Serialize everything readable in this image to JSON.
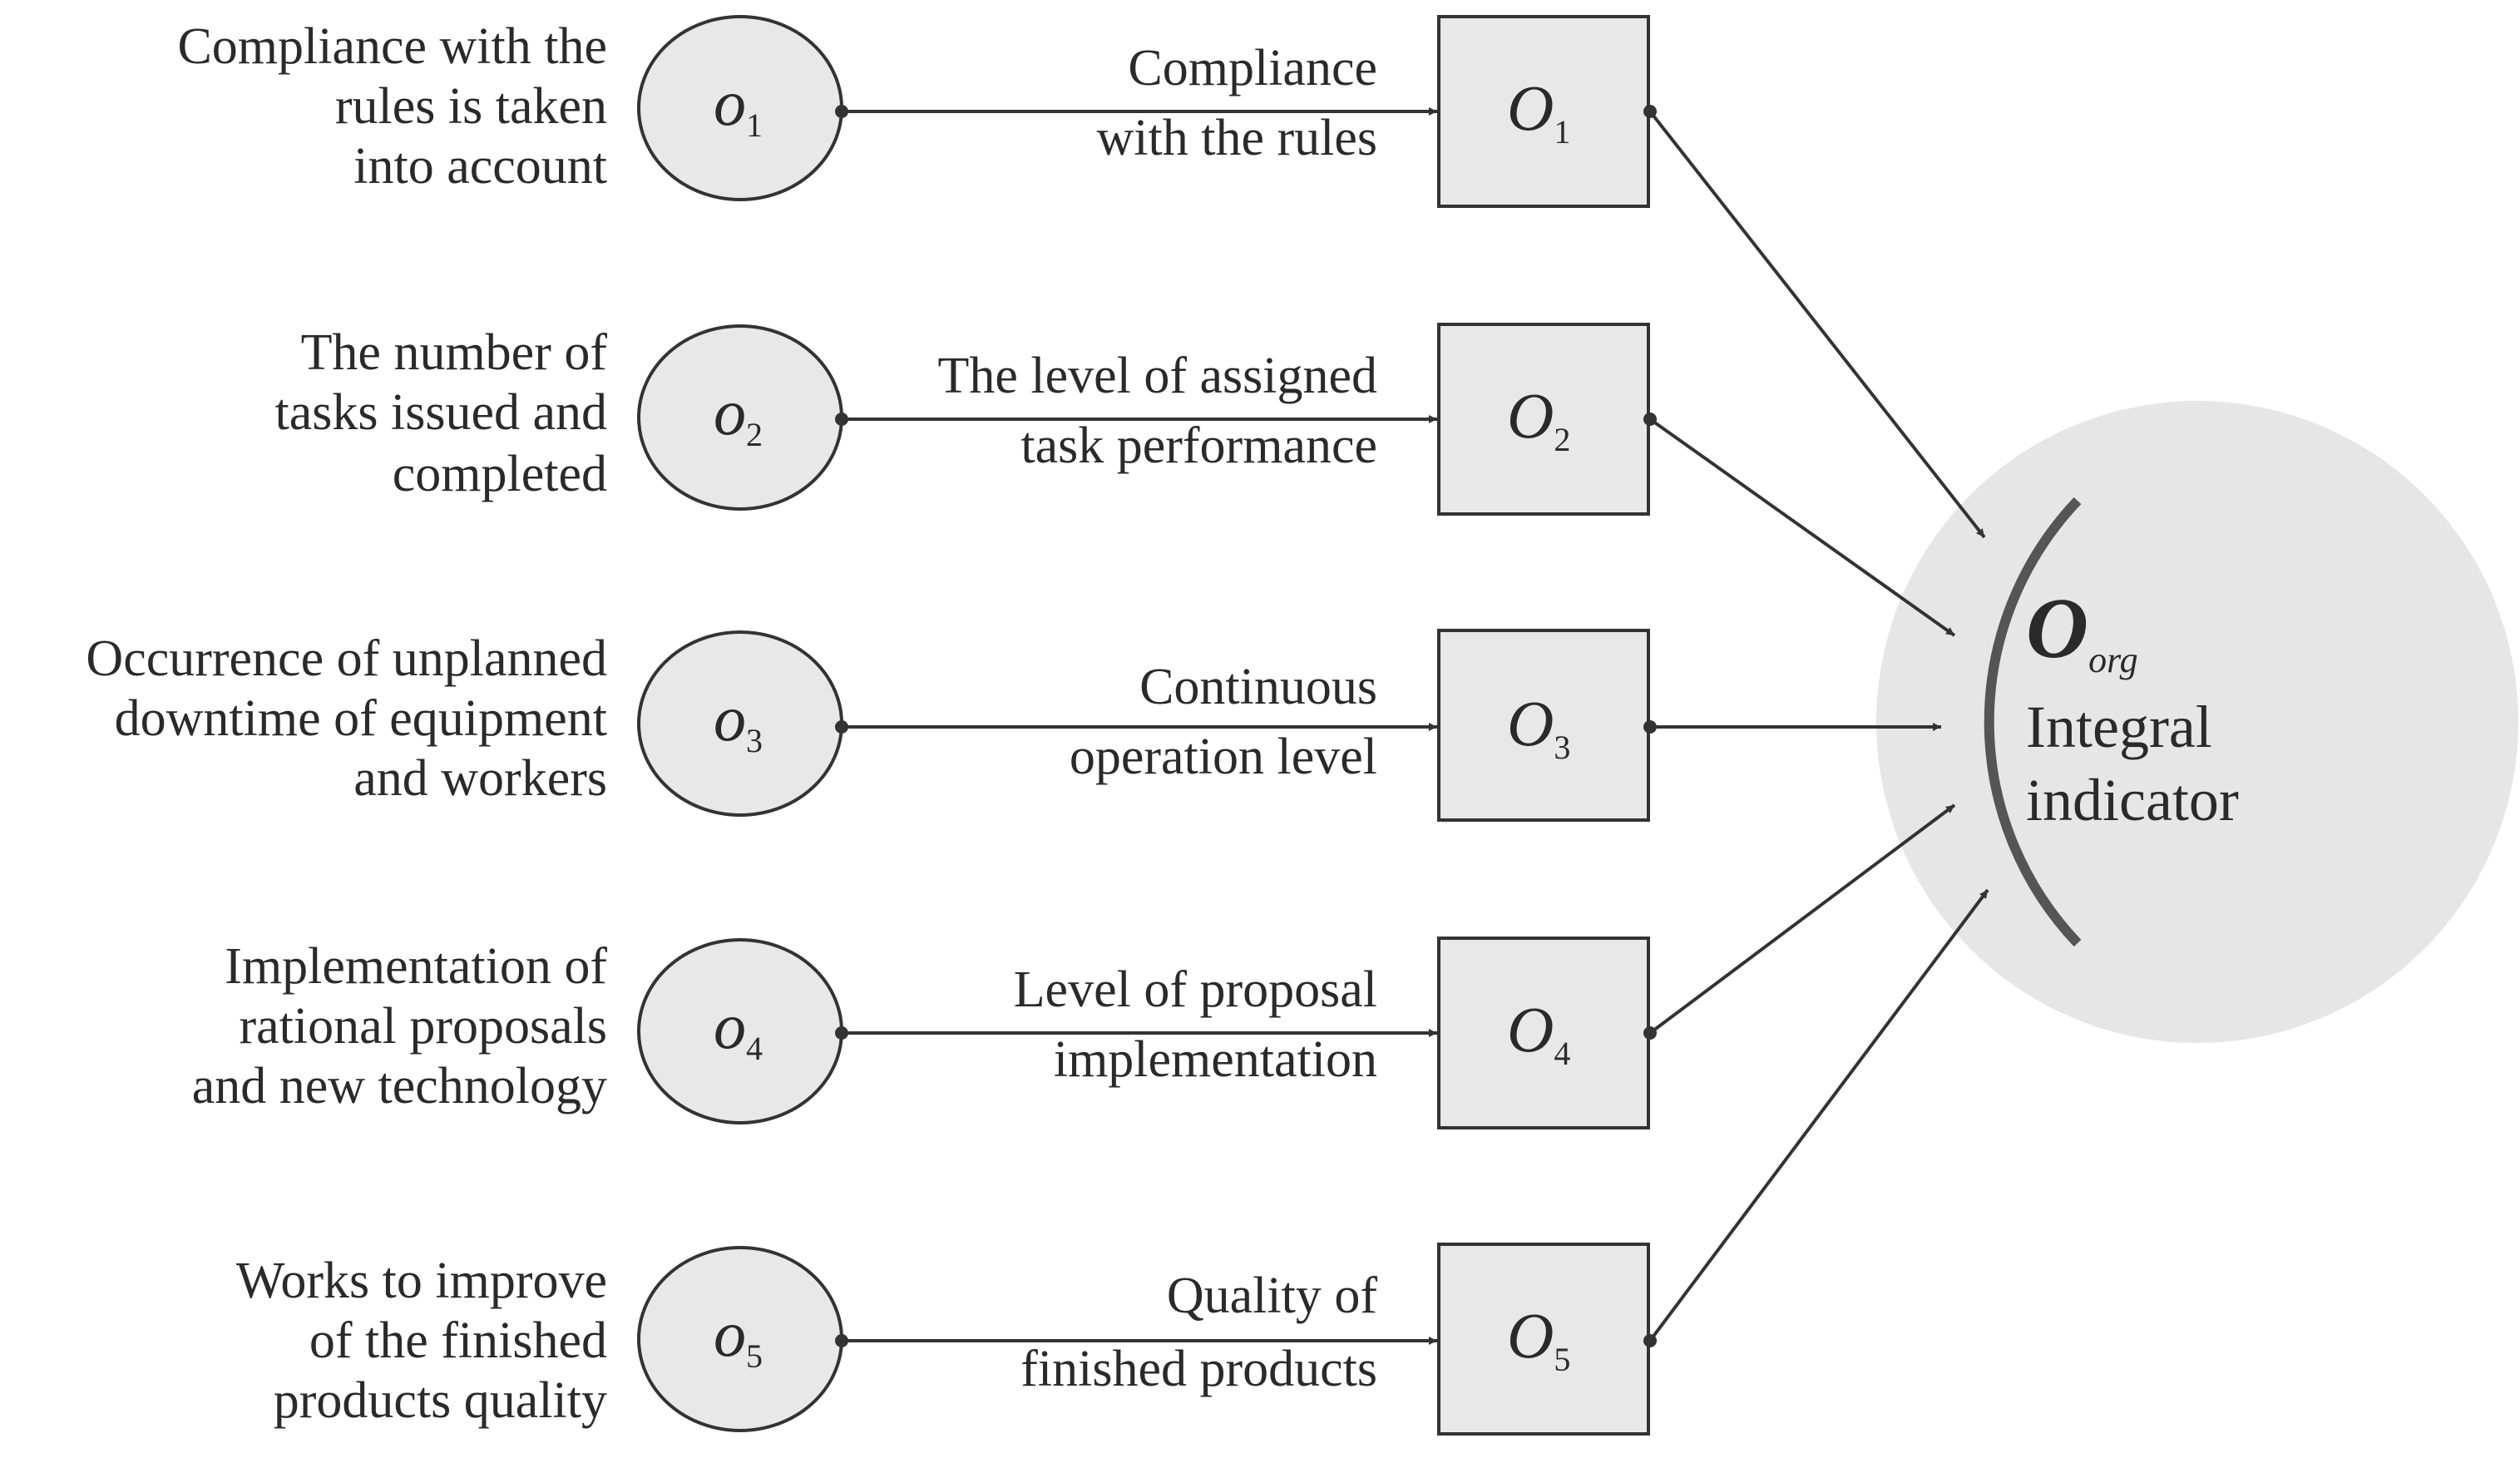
{
  "rows": [
    {
      "input_label": [
        "Compliance with the",
        "rules is taken",
        "into account"
      ],
      "input_symbol": "o",
      "input_index": "1",
      "edge_label": [
        "Compliance",
        "with the rules"
      ],
      "output_symbol": "O",
      "output_index": "1"
    },
    {
      "input_label": [
        "The number of",
        "tasks issued and",
        "completed"
      ],
      "input_symbol": "o",
      "input_index": "2",
      "edge_label": [
        "The level of assigned",
        "task performance"
      ],
      "output_symbol": "O",
      "output_index": "2"
    },
    {
      "input_label": [
        "Occurrence of unplanned",
        "downtime of equipment",
        "and workers"
      ],
      "input_symbol": "o",
      "input_index": "3",
      "edge_label": [
        "Continuous",
        "operation level"
      ],
      "output_symbol": "O",
      "output_index": "3"
    },
    {
      "input_label": [
        "Implementation of",
        "rational proposals",
        "and new technology"
      ],
      "input_symbol": "o",
      "input_index": "4",
      "edge_label": [
        "Level of proposal",
        "implementation"
      ],
      "output_symbol": "O",
      "output_index": "4"
    },
    {
      "input_label": [
        "Works to improve",
        "of the finished",
        "products quality"
      ],
      "input_symbol": "o",
      "input_index": "5",
      "edge_label": [
        "Quality of",
        "finished products"
      ],
      "output_symbol": "O",
      "output_index": "5"
    }
  ],
  "target": {
    "symbol": "O",
    "subscript": "org",
    "label": [
      "Integral",
      "indicator"
    ]
  },
  "colors": {
    "node_fill": "#e8e8e8",
    "target_fill": "#e6e6e6",
    "target_arc": "#555555",
    "stroke": "#333333"
  }
}
